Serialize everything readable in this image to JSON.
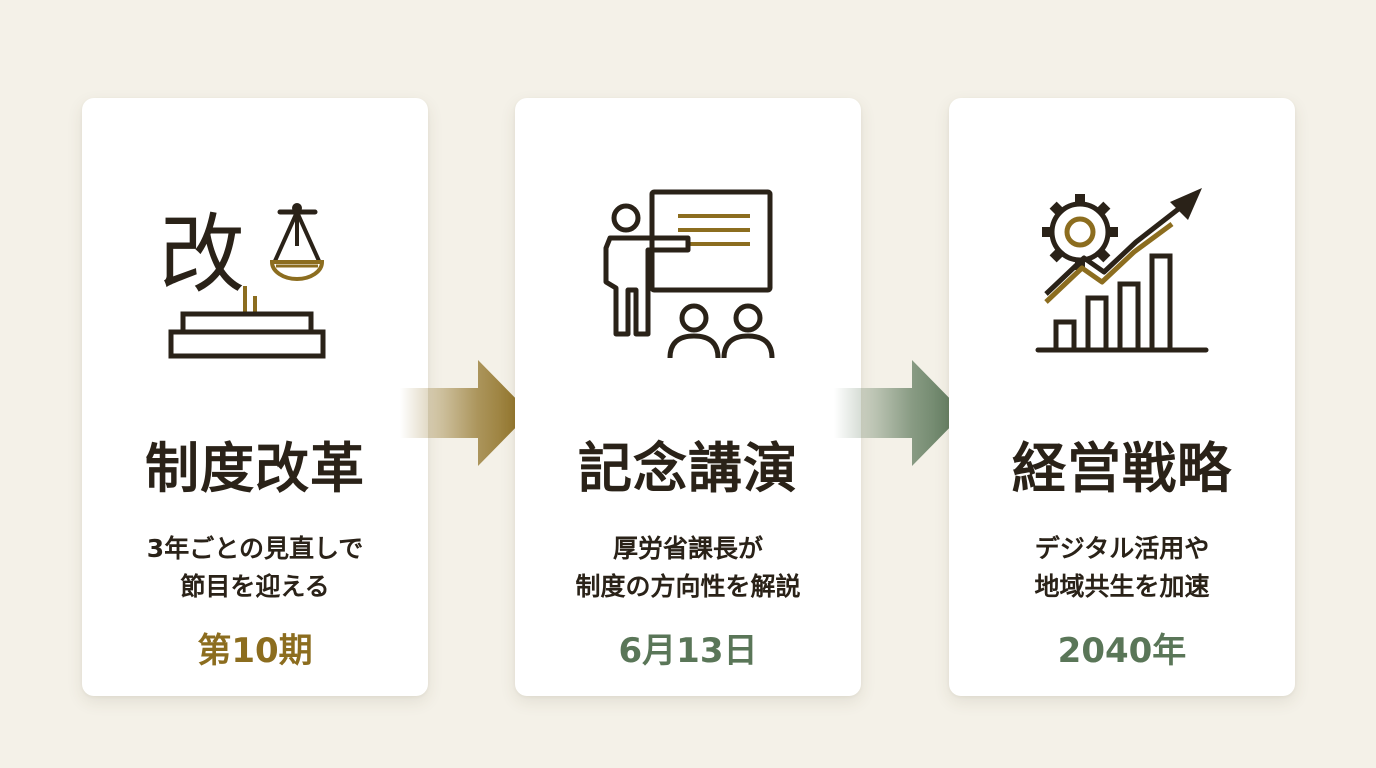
{
  "cards": [
    {
      "icon": "reform-scale-icon",
      "icon_char": "改",
      "title": "制度改革",
      "desc_lines": [
        "3年ごとの見直しで",
        "節目を迎える"
      ],
      "stat": "第10期"
    },
    {
      "icon": "presentation-lecture-icon",
      "title": "記念講演",
      "desc_lines": [
        "厚労省課長が",
        "制度の方向性を解説"
      ],
      "stat": "6月13日"
    },
    {
      "icon": "growth-chart-gear-icon",
      "title": "経営戦略",
      "desc_lines": [
        "デジタル活用や",
        "地域共生を加速"
      ],
      "stat": "2040年"
    }
  ],
  "colors": {
    "background": "#f4f1e8",
    "dark": "#2a2218",
    "gold": "#8c6d1f",
    "green": "#5a7658"
  }
}
